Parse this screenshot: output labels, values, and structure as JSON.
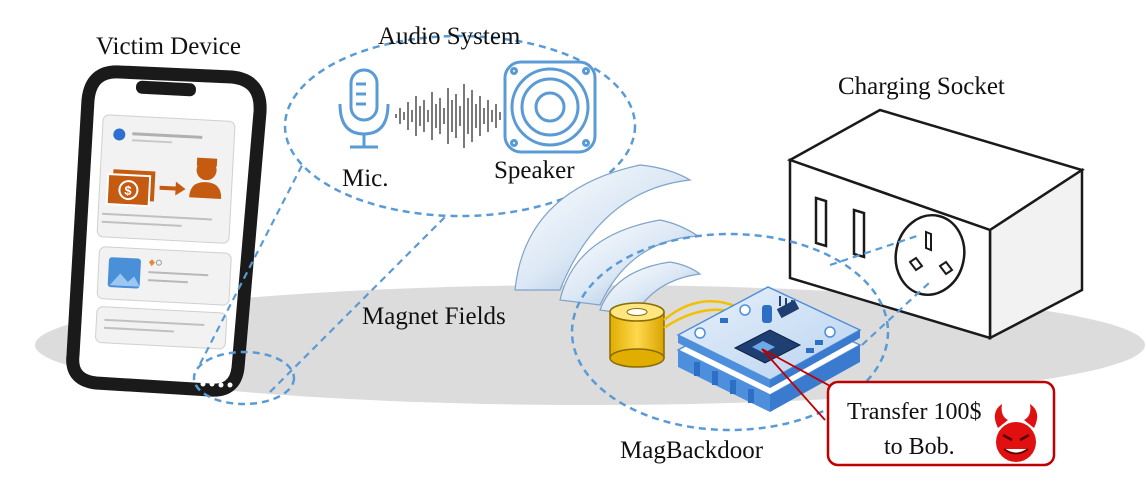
{
  "labels": {
    "victim_device": "Victim Device",
    "audio_system": "Audio System",
    "mic": "Mic.",
    "speaker": "Speaker",
    "charging_socket": "Charging Socket",
    "magnet_fields": "Magnet Fields",
    "magbackdoor": "MagBackdoor"
  },
  "attack_message": {
    "line1": "Transfer 100$",
    "line2": "to Bob."
  },
  "colors": {
    "dashed_callout": "#5b9bd5",
    "ground_shadow": "#d9d9d9",
    "phone_frame": "#1a1a1a",
    "money_icon": "#c55a11",
    "pcb_blue": "#4d8fdc",
    "coil_gold": "#f2c000",
    "attack_red": "#c00000",
    "field_blue": "#8fb3d9"
  },
  "icons": {
    "mic": "microphone-icon",
    "speaker": "speaker-icon",
    "payment": "money-transfer-icon",
    "person": "person-icon",
    "devil": "devil-face-icon",
    "coil": "magnetic-coil-icon",
    "board": "circuit-board-icon"
  }
}
